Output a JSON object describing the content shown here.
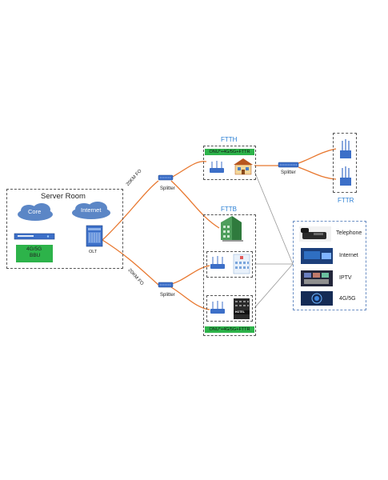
{
  "server_room": {
    "title": "Server Room",
    "core": "Core",
    "internet": "Internet",
    "bbu_line1": "4G/5G",
    "bbu_line2": "BBU",
    "olt": "OLT"
  },
  "links": {
    "upper_fo": "20KM FO",
    "lower_fo": "20KM FO",
    "splitter_upper": "Splitter",
    "splitter_lower": "Splitter",
    "splitter_fttr": "Splitter"
  },
  "ftth": {
    "title": "FTTH",
    "bar": "ONU*+4G/5G+FTTR"
  },
  "fttb": {
    "title": "FTTB",
    "bar": "ONU*+4G/5G+FTTR",
    "hotel_sign": "HOTEL"
  },
  "fttr": {
    "title": "FTTR"
  },
  "services": [
    {
      "label": "Telephone",
      "icon": "telephone-icon"
    },
    {
      "label": "Internet",
      "icon": "internet-icon"
    },
    {
      "label": "IPTV",
      "icon": "iptv-icon"
    },
    {
      "label": "4G/5G",
      "icon": "mobile-network-icon"
    }
  ],
  "colors": {
    "fiber": "#e8772e",
    "green_bar": "#2db34a",
    "cloud": "#5b86c6",
    "title_blue": "#2a7fd4",
    "device_blue": "#3c6fc8"
  }
}
